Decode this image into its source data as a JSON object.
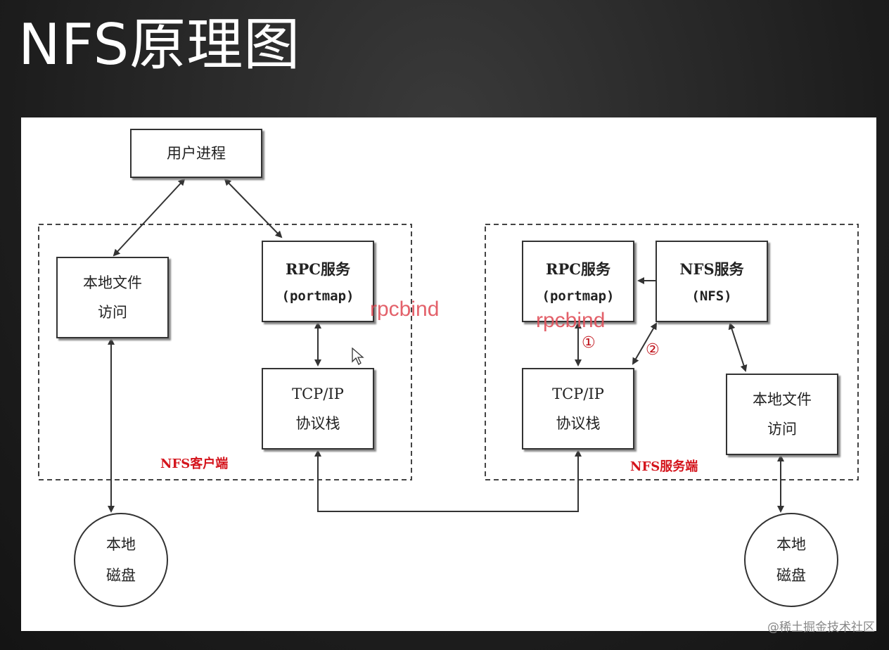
{
  "title": "NFS原理图",
  "diagram": {
    "user_process": "用户进程",
    "client": {
      "label": "NFS客户端",
      "local_file_access": [
        "本地文件",
        "访问"
      ],
      "rpc_service": [
        "RPC服务",
        "(portmap)"
      ],
      "rpcbind_note": "rpcbind",
      "tcpip": [
        "TCP/IP",
        "协议栈"
      ],
      "disk": [
        "本地",
        "磁盘"
      ]
    },
    "server": {
      "label": "NFS服务端",
      "rpc_service": [
        "RPC服务",
        "(portmap)"
      ],
      "rpcbind_note": "rpcbind",
      "nfs_service": [
        "NFS服务",
        "(NFS)"
      ],
      "tcpip": [
        "TCP/IP",
        "协议栈"
      ],
      "local_file_access": [
        "本地文件",
        "访问"
      ],
      "disk": [
        "本地",
        "磁盘"
      ],
      "step1": "①",
      "step2": "②"
    }
  },
  "watermark": "@稀土掘金技术社区",
  "colors": {
    "label_red": "#d4141c",
    "note_red": "#e0505a",
    "line": "#333333"
  }
}
